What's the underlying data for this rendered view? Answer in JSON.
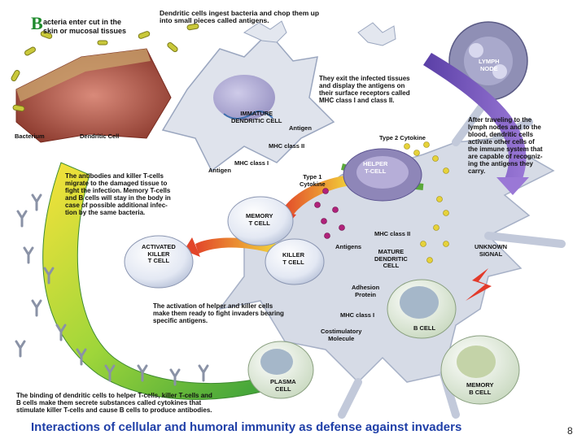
{
  "intro": {
    "initial": "B",
    "rest": "acteria enter cut in the\nskin or mucosal tissues"
  },
  "top_text": "Dendritic cells ingest bacteria and chop them up\ninto small pieces called antigens.",
  "exit_text": "They exit the infected tissues\nand display the antigens on\ntheir surface receptors called\nMHC class I and class II.",
  "travel_text": "After traveling to the\nlymph nodes and to the\nblood, dendritic cells\nactivate other cells of\nthe immune system that\nare capable of recogniz-\ning the antigens they\ncarry.",
  "antibodies_text": "The antibodies and killer T-cells\nmigrate to the damaged tissue to\nfight the infection. Memory T-cells\nand B cells will stay in the body in\ncase of possible additional infec-\ntion by the same bacteria.",
  "activation_text": "The activation of helper and killer cells\nmake them ready to fight invaders bearing\nspecific antigens.",
  "binding_text": "The binding of dendritic cells to helper T-cells, killer T-cells and\nB cells make them secrete substances called cytokines that\nstimulate killer T-cells and cause B cells to produce antibodies.",
  "labels": {
    "bacterium": "Bacterium",
    "dendritic_cell": "Dendritic Cell",
    "immature_dc": "IMMATURE\nDENDRITIC CELL",
    "antigen_1": "Antigen",
    "mhc2_1": "MHC class II",
    "mhc1_1": "MHC class I",
    "antigen_2": "Antigen",
    "lymph_node": "LYMPH\nNODE",
    "type2": "Type 2 Cytokine",
    "type1": "Type 1\nCytokine",
    "helper": "HELPER\nT-CELL",
    "memory_t": "MEMORY\nT CELL",
    "activated_killer": "ACTIVATED\nKILLER\nT CELL",
    "killer": "KILLER\nT CELL",
    "antigens": "Antigens",
    "mhc2_2": "MHC class II",
    "mature_dc": "MATURE\nDENDRITIC\nCELL",
    "unknown_signal": "UNKNOWN\nSIGNAL",
    "adhesion": "Adhesion\nProtein",
    "mhc1_2": "MHC class I",
    "costim": "Costimulatory\nMolecule",
    "b_cell": "B CELL",
    "plasma": "PLASMA\nCELL",
    "memory_b": "MEMORY\nB CELL"
  },
  "caption": "Interactions of cellular and humoral immunity as defense against invaders",
  "page_number": "8"
}
